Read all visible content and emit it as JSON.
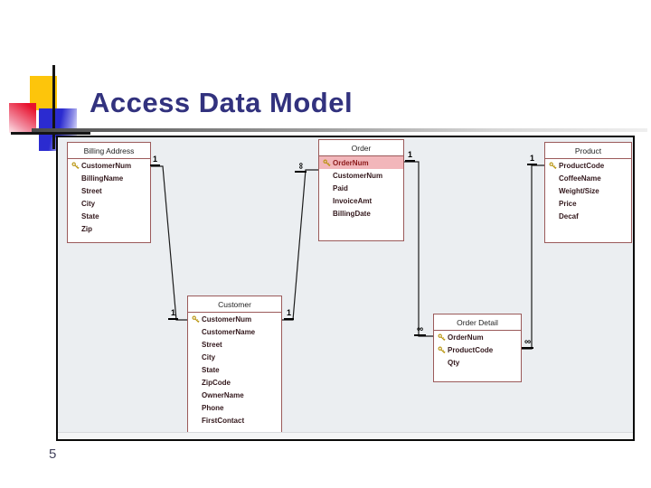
{
  "slide": {
    "title": "Access Data Model",
    "page_number": "5"
  },
  "colors": {
    "title_text": "#32327e",
    "accent_yellow": "#fdc50b",
    "accent_red": "#e8112d",
    "accent_blue": "#2b2bd0",
    "panel_background": "#ebeef1",
    "table_border": "#9b5a5a",
    "highlight_row": "#f2b6ba",
    "key_icon_gold": "#b8930b"
  },
  "diagram": {
    "tables": [
      {
        "name": "Billing Address",
        "fields": [
          {
            "name": "CustomerNum",
            "pk": true
          },
          {
            "name": "BillingName",
            "pk": false
          },
          {
            "name": "Street",
            "pk": false
          },
          {
            "name": "City",
            "pk": false
          },
          {
            "name": "State",
            "pk": false
          },
          {
            "name": "Zip",
            "pk": false
          }
        ]
      },
      {
        "name": "Customer",
        "fields": [
          {
            "name": "CustomerNum",
            "pk": true
          },
          {
            "name": "CustomerName",
            "pk": false
          },
          {
            "name": "Street",
            "pk": false
          },
          {
            "name": "City",
            "pk": false
          },
          {
            "name": "State",
            "pk": false
          },
          {
            "name": "ZipCode",
            "pk": false
          },
          {
            "name": "OwnerName",
            "pk": false
          },
          {
            "name": "Phone",
            "pk": false
          },
          {
            "name": "FirstContact",
            "pk": false
          }
        ]
      },
      {
        "name": "Order",
        "fields": [
          {
            "name": "OrderNum",
            "pk": true,
            "highlighted": true
          },
          {
            "name": "CustomerNum",
            "pk": false
          },
          {
            "name": "Paid",
            "pk": false
          },
          {
            "name": "InvoiceAmt",
            "pk": false
          },
          {
            "name": "BillingDate",
            "pk": false
          }
        ]
      },
      {
        "name": "Order Detail",
        "fields": [
          {
            "name": "OrderNum",
            "pk": true
          },
          {
            "name": "ProductCode",
            "pk": true
          },
          {
            "name": "Qty",
            "pk": false
          }
        ]
      },
      {
        "name": "Product",
        "fields": [
          {
            "name": "ProductCode",
            "pk": true
          },
          {
            "name": "CoffeeName",
            "pk": false
          },
          {
            "name": "Weight/Size",
            "pk": false
          },
          {
            "name": "Price",
            "pk": false
          },
          {
            "name": "Decaf",
            "pk": false
          }
        ]
      }
    ],
    "relationships": [
      {
        "from": "Billing Address",
        "to": "Customer",
        "from_card": "1",
        "to_card": "1"
      },
      {
        "from": "Customer",
        "to": "Order",
        "from_card": "1",
        "to_card": "∞"
      },
      {
        "from": "Order",
        "to": "Order Detail",
        "from_card": "1",
        "to_card": "∞"
      },
      {
        "from": "Product",
        "to": "Order Detail",
        "from_card": "1",
        "to_card": "∞"
      }
    ]
  }
}
